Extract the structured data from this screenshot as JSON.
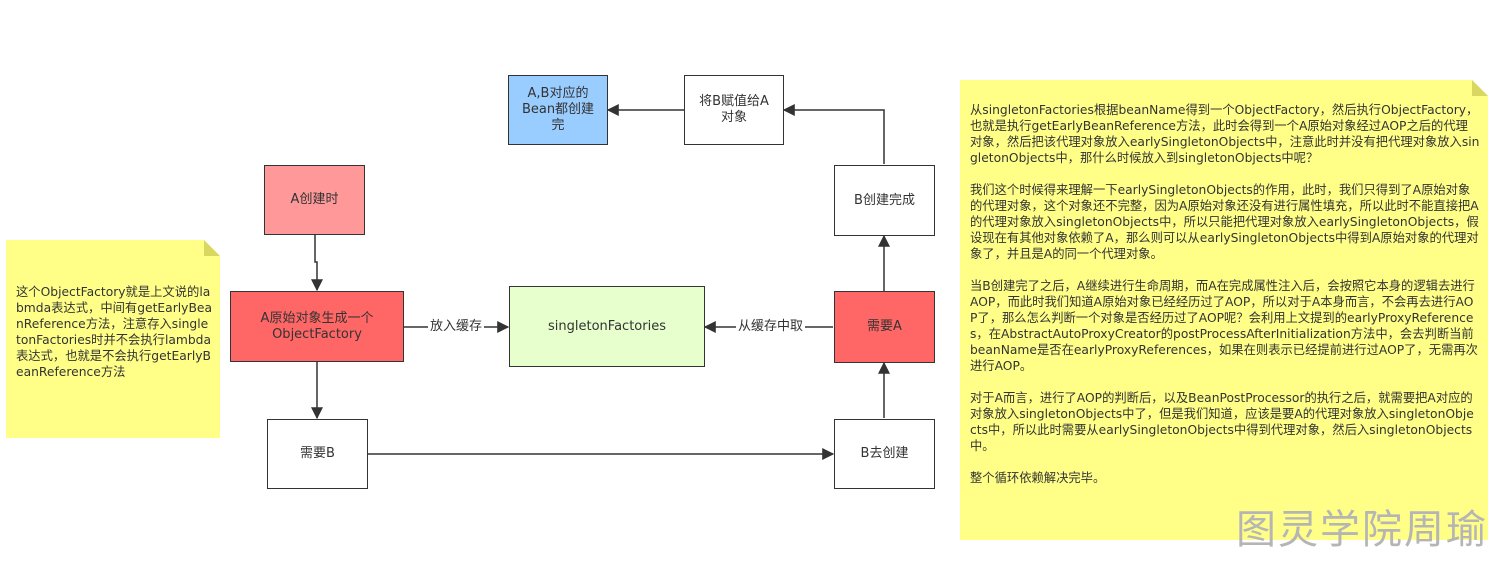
{
  "colors": {
    "pink": "#ff9999",
    "red": "#ff6666",
    "green": "#e6ffcc",
    "blue": "#99ccff",
    "white": "#ffffff",
    "note": "#ffff88",
    "stroke": "#333333"
  },
  "nodes": {
    "a_created": "A创建时",
    "a_factory": "A原始对象生成一个ObjectFactory",
    "need_b": "需要B",
    "singleton_factories": "singletonFactories",
    "need_a": "需要A",
    "b_create": "B去创建",
    "b_done": "B创建完成",
    "assign_a": "将B赋值给A对象",
    "beans_done": "A,B对应的Bean都创建完"
  },
  "edges": {
    "put_cache": "放入缓存",
    "get_cache": "从缓存中取"
  },
  "notes": {
    "left": "这个ObjectFactory就是上文说的labmda表达式，中间有getEarlyBeanReference方法，注意存入singletonFactories时并不会执行lambda表达式，也就是不会执行getEarlyBeanReference方法",
    "right": "从singletonFactories根据beanName得到一个ObjectFactory，然后执行ObjectFactory，也就是执行getEarlyBeanReference方法，此时会得到一个A原始对象经过AOP之后的代理对象，然后把该代理对象放入earlySingletonObjects中，注意此时并没有把代理对象放入singletonObjects中，那什么时候放入到singletonObjects中呢？\n\n我们这个时候得来理解一下earlySingletonObjects的作用，此时，我们只得到了A原始对象的代理对象，这个对象还不完整，因为A原始对象还没有进行属性填充，所以此时不能直接把A的代理对象放入singletonObjects中，所以只能把代理对象放入earlySingletonObjects，假设现在有其他对象依赖了A，那么则可以从earlySingletonObjects中得到A原始对象的代理对象了，并且是A的同一个代理对象。\n\n当B创建完了之后，A继续进行生命周期，而A在完成属性注入后，会按照它本身的逻辑去进行AOP，而此时我们知道A原始对象已经经历过了AOP，所以对于A本身而言，不会再去进行AOP了，那么怎么判断一个对象是否经历过了AOP呢？会利用上文提到的earlyProxyReferences，在AbstractAutoProxyCreator的postProcessAfterInitialization方法中，会去判断当前beanName是否在earlyProxyReferences，如果在则表示已经提前进行过AOP了，无需再次进行AOP。\n\n对于A而言，进行了AOP的判断后，以及BeanPostProcessor的执行之后，就需要把A对应的对象放入singletonObjects中了，但是我们知道，应该是要A的代理对象放入singletonObjects中，所以此时需要从earlySingletonObjects中得到代理对象，然后入singletonObjects中。\n\n整个循环依赖解决完毕。"
  },
  "watermark": "图灵学院周瑜"
}
